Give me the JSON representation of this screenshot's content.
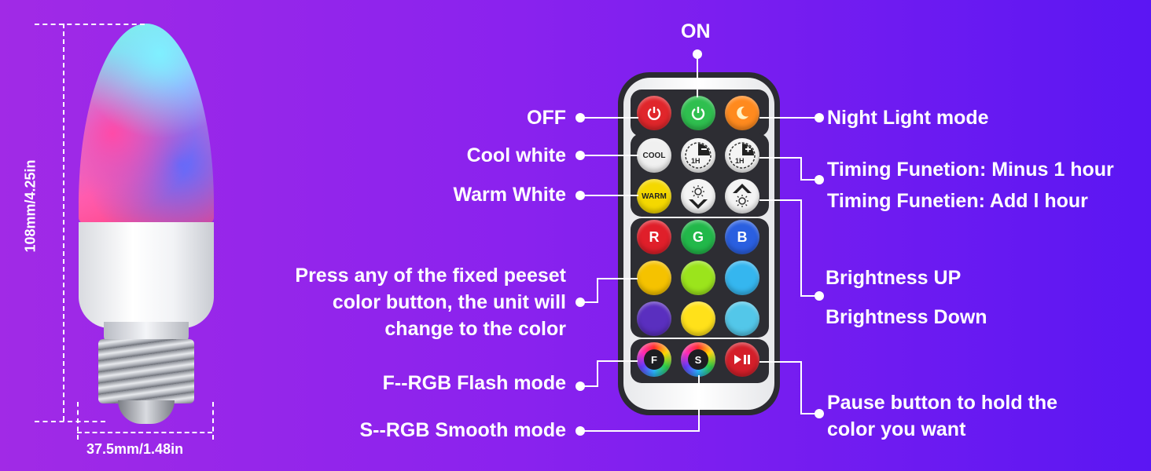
{
  "bulb": {
    "height_label": "108mm/4.25in",
    "width_label": "37.5mm/1.48in"
  },
  "labels": {
    "on": "ON",
    "off": "OFF",
    "cool_white": "Cool white",
    "warm_white": "Warm White",
    "preset": [
      "Press any of the fixed peeset",
      "color button, the unit will",
      "change to the color"
    ],
    "flash": "F--RGB Flash mode",
    "smooth": "S--RGB Smooth mode",
    "night_light": "Night Light mode",
    "timing_minus": "Timing Funetion: Minus 1 hour",
    "timing_add": "Timing Funetien: Add l hour",
    "brightness_up": "Brightness UP",
    "brightness_down": "Brightness Down",
    "pause": [
      "Pause button to hold the",
      "color you want"
    ]
  },
  "remote": {
    "cool_label": "COOL",
    "warm_label": "WARM",
    "timer_label": "1H",
    "r_label": "R",
    "g_label": "G",
    "b_label": "B",
    "f_label": "F",
    "s_label": "S"
  },
  "colors": {
    "off_red": "#e0262b",
    "on_green": "#2fbf4f",
    "night_orange": "#ff8a1e",
    "warm_yellow": "#f4d800",
    "red": "#e01f2a",
    "green": "#22b84a",
    "blue": "#2a5fe0",
    "amber": "#f5c200",
    "lime": "#9be41c",
    "sky": "#35b6ef",
    "purple": "#5a2fbf",
    "yellow": "#ffe11a",
    "cyan": "#53c7e9",
    "pause_red": "#d41f2a"
  }
}
